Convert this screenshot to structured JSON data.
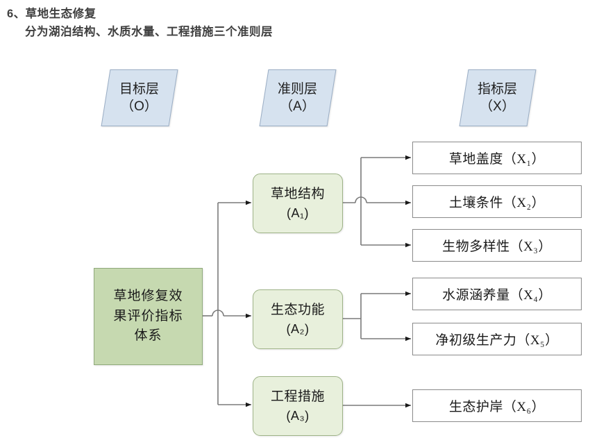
{
  "header": {
    "line1": "6、草地生态修复",
    "line2": "分为湖泊结构、水质水量、工程措施三个准则层"
  },
  "layer_tags": [
    {
      "name": "goal-layer",
      "title": "目标层",
      "code": "（O）"
    },
    {
      "name": "criteria-layer",
      "title": "准则层",
      "code": "（A）"
    },
    {
      "name": "indicator-layer",
      "title": "指标层",
      "code": "（X）"
    }
  ],
  "goal": {
    "line1": "草地修复效",
    "line2": "果评价指标",
    "line3": "体系"
  },
  "criteria": [
    {
      "id": "A1",
      "label": "草地结构",
      "code": "(A₁)"
    },
    {
      "id": "A2",
      "label": "生态功能",
      "code": "(A₂)"
    },
    {
      "id": "A3",
      "label": "工程措施",
      "code": "(A₃)"
    }
  ],
  "indicators": [
    {
      "id": "X1",
      "label": "草地盖度（X₁）",
      "parent": "A1"
    },
    {
      "id": "X2",
      "label": "土壤条件（X₂）",
      "parent": "A1"
    },
    {
      "id": "X3",
      "label": "生物多样性（X₃）",
      "parent": "A1"
    },
    {
      "id": "X4",
      "label": "水源涵养量（X₄）",
      "parent": "A2"
    },
    {
      "id": "X5",
      "label": "净初级生产力（X₅）",
      "parent": "A2"
    },
    {
      "id": "X6",
      "label": "生态护岸（X₆）",
      "parent": "A3"
    }
  ],
  "colors": {
    "tag_fill": "#d6e2ef",
    "tag_border": "#9aadc4",
    "goal_fill": "#c6d9b0",
    "goal_border": "#8fa97a",
    "criteria_fill": "#e8f0dc",
    "criteria_border": "#9eb387",
    "indicator_fill": "#ffffff",
    "indicator_border": "#8a8a8a",
    "connector": "#7a7a7a",
    "header_text": "#3f3f3f"
  }
}
